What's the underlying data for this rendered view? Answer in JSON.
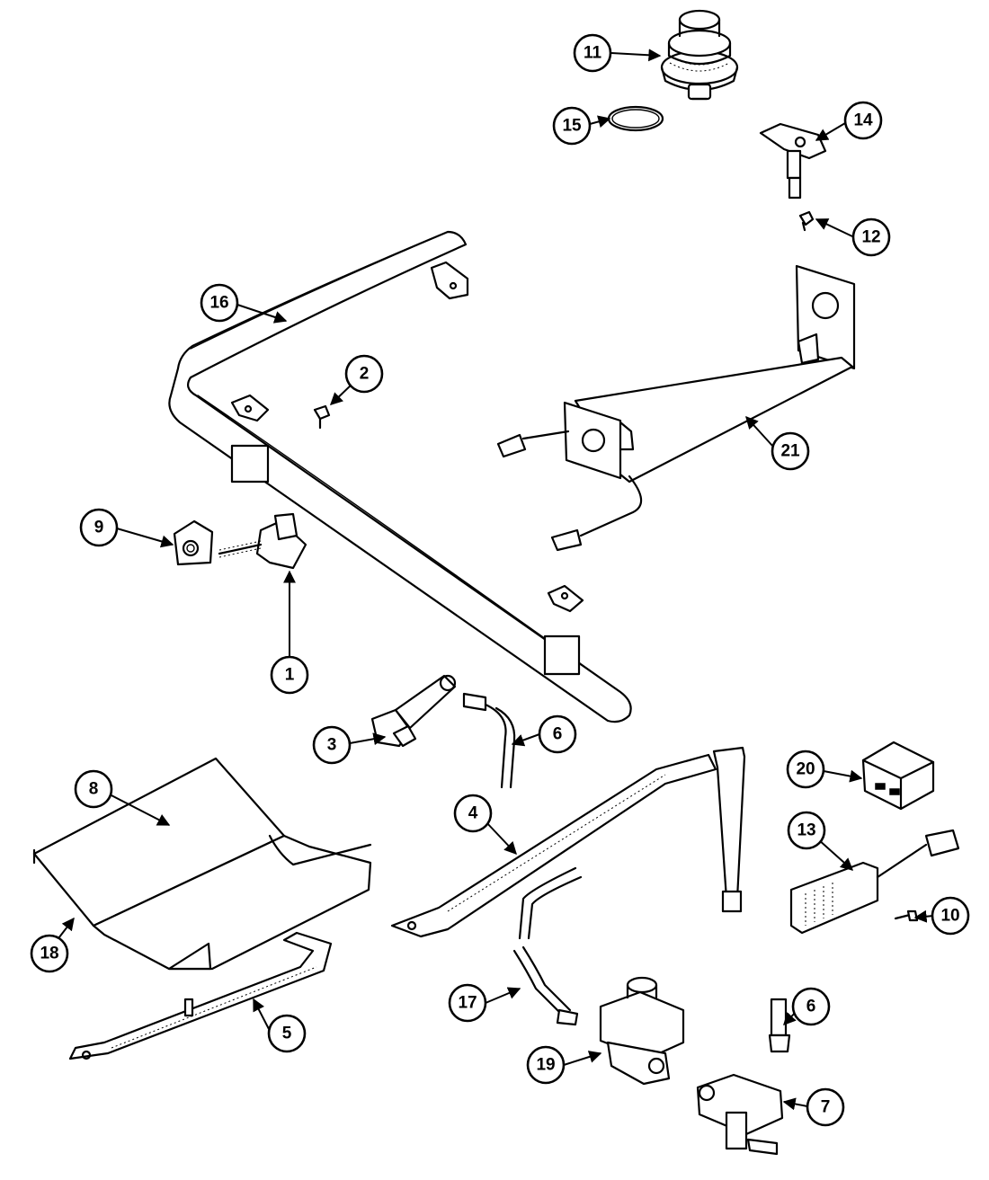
{
  "callouts": [
    {
      "id": "c11",
      "label": "11"
    },
    {
      "id": "c15",
      "label": "15"
    },
    {
      "id": "c14",
      "label": "14"
    },
    {
      "id": "c12",
      "label": "12"
    },
    {
      "id": "c16",
      "label": "16"
    },
    {
      "id": "c2",
      "label": "2"
    },
    {
      "id": "c21",
      "label": "21"
    },
    {
      "id": "c9",
      "label": "9"
    },
    {
      "id": "c1",
      "label": "1"
    },
    {
      "id": "c3",
      "label": "3"
    },
    {
      "id": "c6a",
      "label": "6"
    },
    {
      "id": "c20",
      "label": "20"
    },
    {
      "id": "c8",
      "label": "8"
    },
    {
      "id": "c4",
      "label": "4"
    },
    {
      "id": "c13",
      "label": "13"
    },
    {
      "id": "c10",
      "label": "10"
    },
    {
      "id": "c18",
      "label": "18"
    },
    {
      "id": "c17",
      "label": "17"
    },
    {
      "id": "c6b",
      "label": "6"
    },
    {
      "id": "c5",
      "label": "5"
    },
    {
      "id": "c19",
      "label": "19"
    },
    {
      "id": "c7",
      "label": "7"
    }
  ]
}
